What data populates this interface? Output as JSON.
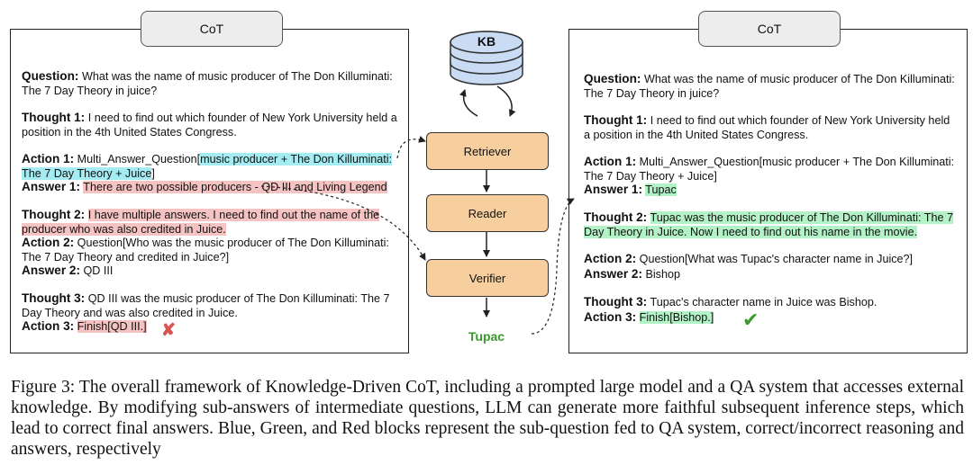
{
  "left_panel": {
    "tab": "CoT",
    "question_label": "Question:",
    "question_text": "What was the name of music producer of The Don Killuminati: The 7 Day Theory in juice?",
    "thought1_label": "Thought 1:",
    "thought1_text": "I need to find out which founder of New York University held a position in the 4th United States Congress.",
    "action1_label": "Action 1:",
    "action1_prefix": "Multi_Answer_Question[",
    "action1_highlight": "music producer + The Don Killuminati: The 7 Day Theory + Juice",
    "action1_suffix": "]",
    "answer1_label": "Answer 1:",
    "answer1_text": "There are two possible producers - QD III and Living Legend",
    "thought2_label": "Thought 2:",
    "thought2_text": "I have multiple answers. I need to find out the name of the producer who was also credited in Juice.",
    "action2_label": "Action 2:",
    "action2_text": "Question[Who was the music producer of The Don Killuminati: The 7 Day Theory and credited in Juice?]",
    "answer2_label": "Answer 2:",
    "answer2_text": "QD III",
    "thought3_label": "Thought 3:",
    "thought3_text": "QD III was the music producer of The Don Killuminati: The 7 Day Theory and was also credited in Juice.",
    "action3_label": "Action 3:",
    "action3_text": "Finish[QD III.]",
    "mark": "✘"
  },
  "right_panel": {
    "tab": "CoT",
    "question_label": "Question:",
    "question_text": "What was the name of music producer of The Don Killuminati: The 7 Day Theory in juice?",
    "thought1_label": "Thought 1:",
    "thought1_text": "I need to find out which founder of New York University held a position in the 4th United States Congress.",
    "action1_label": "Action 1:",
    "action1_text": "Multi_Answer_Question[music producer + The Don Killuminati: The 7 Day Theory + Juice]",
    "answer1_label": "Answer 1:",
    "answer1_text": "Tupac",
    "thought2_label": "Thought 2:",
    "thought2_text": "Tupac was the music producer of The Don Killuminati: The 7 Day Theory in Juice. Now I need to find out his name in the movie.",
    "action2_label": "Action 2:",
    "action2_text": "Question[What was Tupac's character name in Juice?]",
    "answer2_label": "Answer 2:",
    "answer2_text": "Bishop",
    "thought3_label": "Thought 3:",
    "thought3_text": "Tupac's character name in Juice was Bishop.",
    "action3_label": "Action 3:",
    "action3_text": "Finish[Bishop.]",
    "mark": "✔"
  },
  "center": {
    "kb_label": "KB",
    "retriever": "Retriever",
    "reader": "Reader",
    "verifier": "Verifier",
    "output": "Tupac"
  },
  "colors": {
    "sub_question": "#a4ebf2",
    "correct": "#b3f2c6",
    "incorrect": "#f6c3c3",
    "module_fill": "#f7cf9f",
    "output_text": "#3a9a2e",
    "cross": "#d9534f",
    "check": "#3a9a2e"
  },
  "caption": "Figure 3: The overall framework of Knowledge-Driven CoT, including a prompted large model and a QA system that accesses external knowledge. By modifying sub-answers of intermediate questions, LLM can generate more faithful subsequent inference steps, which lead to correct final answers. Blue, Green, and Red blocks represent the sub-question fed to QA system, correct/incorrect reasoning and answers, respectively"
}
